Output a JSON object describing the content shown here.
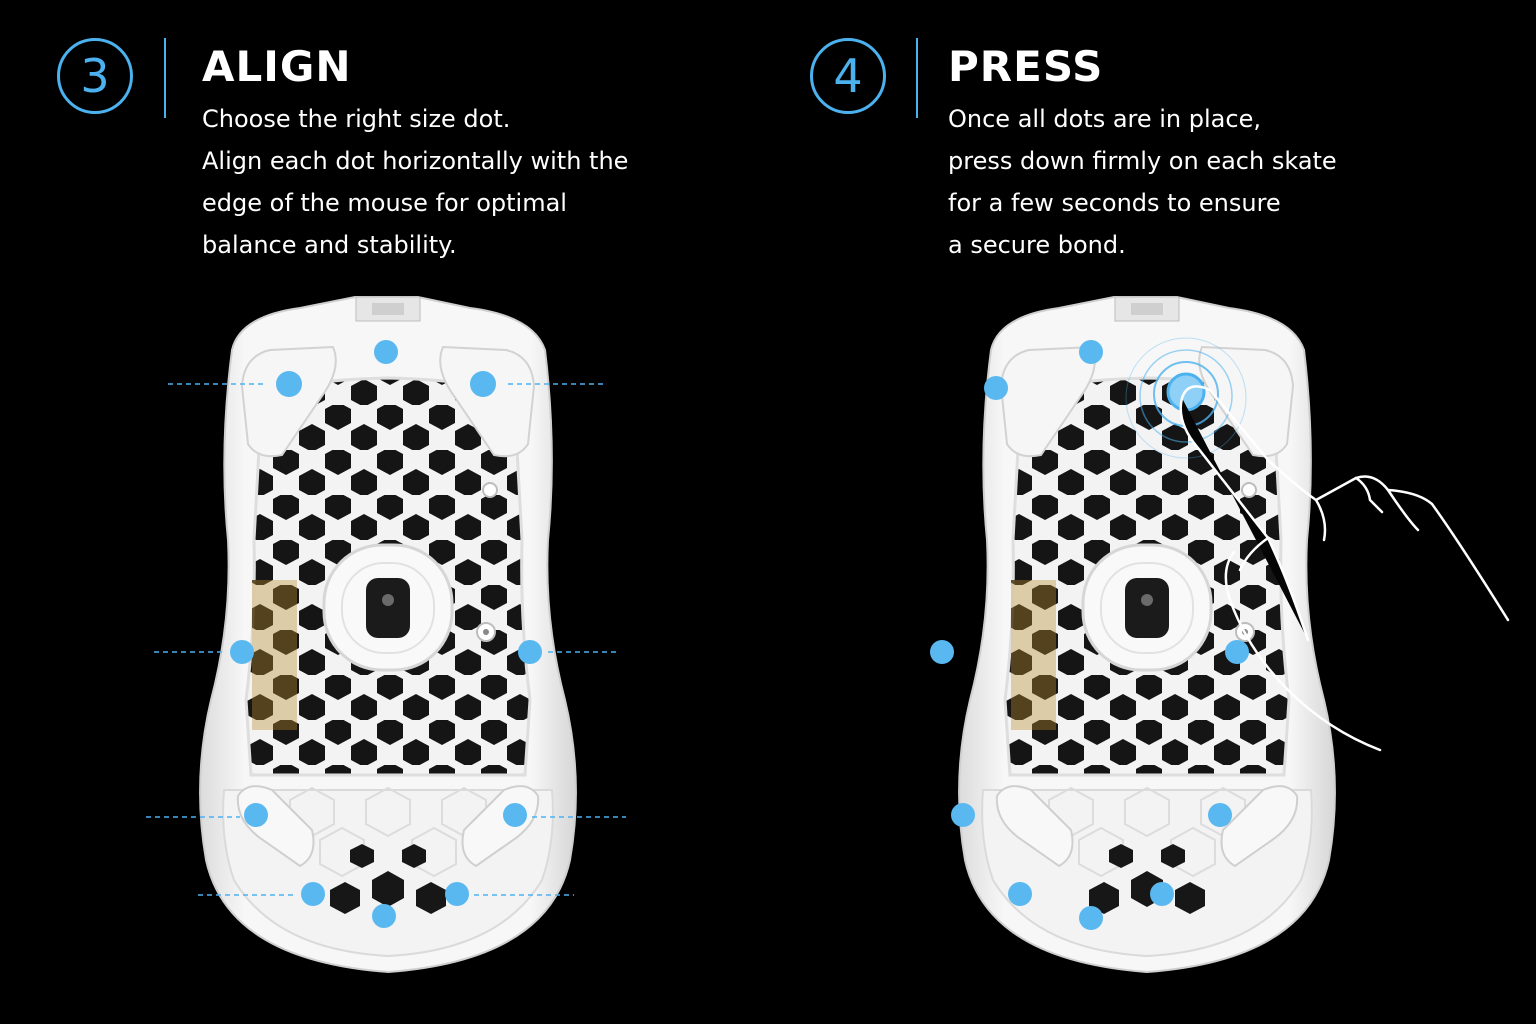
{
  "colors": {
    "accent": "#4cb2ef",
    "background": "#000000",
    "text": "#ffffff",
    "shell": "#f4f4f4"
  },
  "steps": [
    {
      "number": "3",
      "title": "ALIGN",
      "lines": [
        "Choose the right size dot.",
        "Align each dot horizontally with the",
        "edge of the mouse for optimal",
        "balance and stability."
      ]
    },
    {
      "number": "4",
      "title": "PRESS",
      "lines": [
        "Once all dots are in place,",
        "press down firmly on each skate",
        "for a few seconds to ensure",
        "a secure bond."
      ]
    }
  ]
}
